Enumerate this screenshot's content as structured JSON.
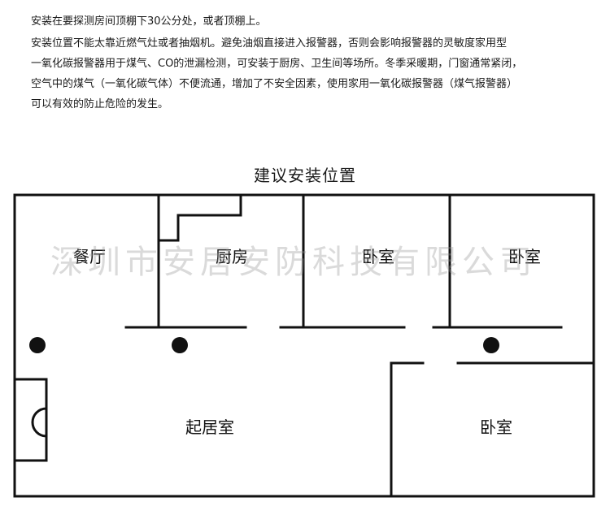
{
  "intro": {
    "line1": "安装在要探测房间顶棚下30公分处，或者顶棚上。",
    "line2": "安装位置不能太靠近燃气灶或者抽烟机。避免油烟直接进入报警器，否则会影响报警器的灵敏度家用型",
    "line3": "一氧化碳报警器用于煤气、CO的泄漏检测，可安装于厨房、卫生间等场所。冬季采暖期，门窗通常紧闭，",
    "line4": "空气中的煤气（一氧化碳气体）不便流通，增加了不安全因素，使用家用一氧化碳报警器（煤气报警器）",
    "line5": "可以有效的防止危险的发生。"
  },
  "plan": {
    "title": "建议安装位置",
    "rooms": {
      "dining": "餐厅",
      "kitchen": "厨房",
      "bedroom1": "卧室",
      "bedroom2": "卧室",
      "living": "起居室",
      "bedroom3": "卧室"
    },
    "detector_count": 3
  },
  "watermark": "深圳市安居安防科技有限公司"
}
